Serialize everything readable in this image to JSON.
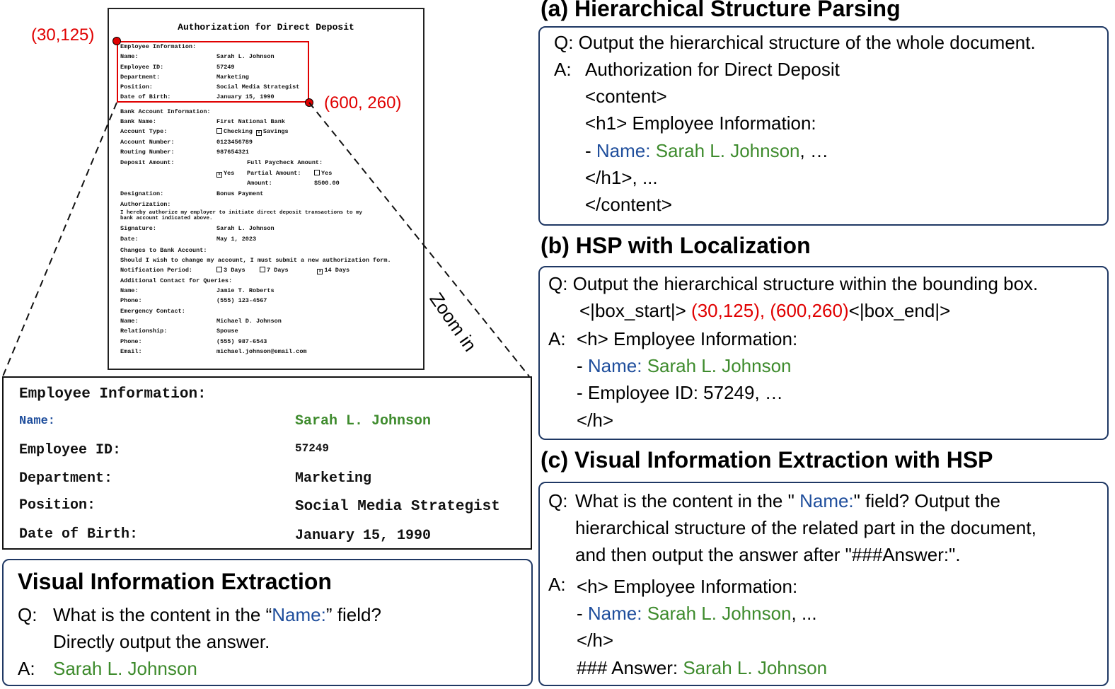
{
  "document": {
    "title": "Authorization for Direct Deposit",
    "rows": [
      {
        "label": "Employee Information:",
        "value": ""
      },
      {
        "label": "Name:",
        "value": "Sarah L. Johnson"
      },
      {
        "label": "Employee ID:",
        "value": "57249"
      },
      {
        "label": "Department:",
        "value": "Marketing"
      },
      {
        "label": "Position:",
        "value": "Social Media Strategist"
      },
      {
        "label": "Date of Birth:",
        "value": "January 15, 1990"
      },
      {
        "label": "Bank Account Information:",
        "value": ""
      },
      {
        "label": "Bank Name:",
        "value": "First National Bank"
      },
      {
        "label": "Account Type:",
        "value": ""
      },
      {
        "label": "Account Number:",
        "value": "0123456789"
      },
      {
        "label": "Routing Number:",
        "value": "987654321"
      },
      {
        "label": "Deposit Amount:",
        "value": ""
      },
      {
        "label": "Designation:",
        "value": "Bonus Payment"
      },
      {
        "label": "Authorization:",
        "value": ""
      },
      {
        "label": "Signature:",
        "value": "Sarah L. Johnson"
      },
      {
        "label": "Date:",
        "value": "May 1, 2023"
      },
      {
        "label": "Changes to Bank Account:",
        "value": ""
      },
      {
        "label": "Notification Period:",
        "value": ""
      },
      {
        "label": "Additional Contact for Queries:",
        "value": ""
      },
      {
        "label": "Name:",
        "value": "Jamie T. Roberts"
      },
      {
        "label": "Phone:",
        "value": "(555) 123-4567"
      },
      {
        "label": "Emergency Contact:",
        "value": ""
      },
      {
        "label": "Name:",
        "value": "Michael D. Johnson"
      },
      {
        "label": "Relationship:",
        "value": "Spouse"
      },
      {
        "label": "Phone:",
        "value": "(555) 987-6543"
      },
      {
        "label": "Email:",
        "value": "michael.johnson@email.com"
      }
    ],
    "account_type": {
      "checking": "Checking",
      "savings": "Savings"
    },
    "deposit": {
      "full": "Full Paycheck Amount:",
      "yes1": "Yes",
      "partial": "Partial Amount:",
      "yes2": "Yes",
      "amount_label": "Amount:",
      "amount_value": "$500.00"
    },
    "auth_text_1": "I hereby authorize my employer to initiate direct deposit transactions to my",
    "auth_text_2": "bank account indicated above.",
    "changes_text": "Should I wish to change my account, I must submit a new authorization form.",
    "notification": {
      "opt1": "3 Days",
      "opt2": "7 Days",
      "opt3": "14 Days"
    }
  },
  "coords": {
    "top_left": "(30,125)",
    "bottom_right": "(600, 260)"
  },
  "zoom_label": "Zoom in",
  "zoom": {
    "heading": "Employee Information:",
    "rows": [
      {
        "label": "Name:",
        "value": "Sarah L. Johnson"
      },
      {
        "label": "Employee ID:",
        "value": "57249"
      },
      {
        "label": "Department:",
        "value": "Marketing"
      },
      {
        "label": "Position:",
        "value": "Social Media Strategist"
      },
      {
        "label": "Date of Birth:",
        "value": "January 15, 1990"
      }
    ]
  },
  "vie": {
    "title": "Visual Information Extraction",
    "q_prefix": "Q:",
    "q_text_1": "What is the content in the “",
    "q_field": "Name:",
    "q_text_2": "” field?",
    "q_line2": "Directly output the answer.",
    "a_prefix": "A:",
    "answer": "Sarah L. Johnson"
  },
  "panel_a": {
    "title": "(a) Hierarchical Structure Parsing",
    "q": "Q: Output the hierarchical structure of the whole document.",
    "a_prefix": "A:",
    "lines": [
      "Authorization for Direct Deposit",
      "<content>",
      "<h1> Employee Information:"
    ],
    "name_dash": "- ",
    "name_label": "Name:",
    "name_value": "Sarah L. Johnson",
    "name_tail": ", …",
    "close1": "</h1>, ...",
    "close2": "</content>"
  },
  "panel_b": {
    "title": "(b) HSP with Localization",
    "q": "Q: Output the hierarchical structure within the bounding box.",
    "box_start": "<|box_start|> ",
    "box_coords": "(30,125), (600,260)",
    "box_end": "<|box_end|>",
    "a_prefix": "A:",
    "line1": "<h> Employee Information:",
    "name_dash": "- ",
    "name_label": "Name:",
    "name_value": "Sarah L. Johnson",
    "line3": "- Employee ID: 57249, …",
    "line4": "</h>"
  },
  "panel_c": {
    "title": "(c) Visual Information Extraction with HSP",
    "q_prefix": "Q:",
    "q1a": "What is the content in the \" ",
    "q1_field": "Name:",
    "q1b": "\" field? Output the",
    "q2": "hierarchical structure of the related part in the document,",
    "q3": "and then output the answer after \"###Answer:\".",
    "a_prefix": "A:",
    "line1": "<h> Employee Information:",
    "name_dash": "- ",
    "name_label": "Name:",
    "name_value": "Sarah L. Johnson",
    "name_tail": ", ...",
    "line3": "</h>",
    "answer_prefix": "### Answer: ",
    "answer_value": "Sarah L. Johnson"
  },
  "colors": {
    "red": "#e00000",
    "blue": "#1f4e9c",
    "green": "#3e8b2d",
    "panel_border": "#1f3864"
  }
}
